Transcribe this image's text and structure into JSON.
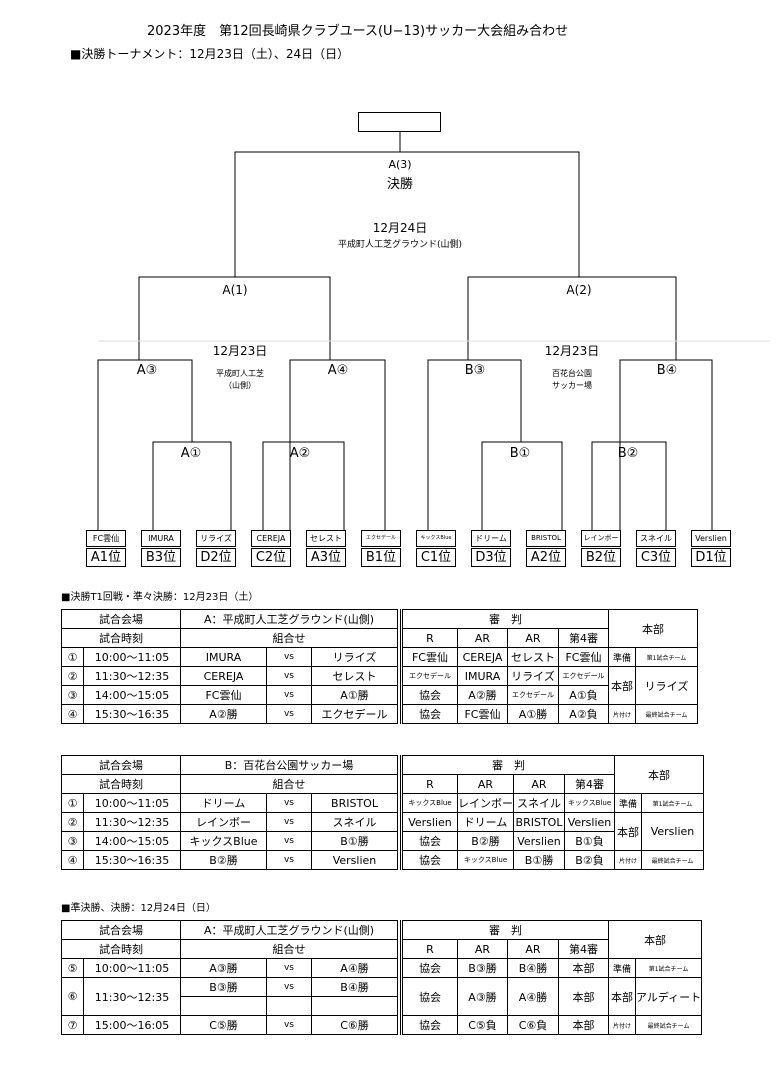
{
  "title": "2023年度　第12回長崎県クラブユース(U−13)サッカー大会組み合わせ",
  "subtitle": "■決勝トーナメント：12月23日（土）、24日（日）",
  "bracket": {
    "final": {
      "code": "A(3)",
      "label": "決勝",
      "date": "12月24日",
      "venue": "平成町人工芝グラウンド(山側)"
    },
    "semi_left": "A(1)",
    "semi_right": "A(2)",
    "date_left": "12月23日",
    "date_right": "12月23日",
    "venue_left_1": "平成町人工芝",
    "venue_left_2": "（山側）",
    "venue_right_1": "百花台公園",
    "venue_right_2": "サッカー場",
    "qf": [
      "A③",
      "A④",
      "B③",
      "B④"
    ],
    "r1": [
      "A①",
      "A②",
      "B①",
      "B②"
    ],
    "teams": [
      {
        "name": "FC雲仙",
        "seed": "A1位"
      },
      {
        "name": "IMURA",
        "seed": "B3位"
      },
      {
        "name": "リライズ",
        "seed": "D2位"
      },
      {
        "name": "CEREJA",
        "seed": "C2位"
      },
      {
        "name": "セレスト",
        "seed": "A3位"
      },
      {
        "name": "エクセデール",
        "seed": "B1位"
      },
      {
        "name": "キックスBlue",
        "seed": "C1位"
      },
      {
        "name": "ドリーム",
        "seed": "D3位"
      },
      {
        "name": "BRISTOL",
        "seed": "A2位"
      },
      {
        "name": "レインボー",
        "seed": "B2位"
      },
      {
        "name": "スネイル",
        "seed": "C3位"
      },
      {
        "name": "Verslien",
        "seed": "D1位"
      }
    ]
  },
  "section1_title": "■決勝T1回戦・準々決勝：12月23日（土）",
  "section2_title": "■準決勝、決勝：12月24日（日）",
  "hdr": {
    "venue": "試合会場",
    "time": "試合時刻",
    "matchup": "組合せ",
    "referee": "審　判",
    "R": "R",
    "AR": "AR",
    "fourth": "第4審",
    "hq": "本部"
  },
  "tableA": {
    "venue": "A：平成町人工芝グラウンド(山側)",
    "rows": [
      {
        "no": "①",
        "time": "10:00〜11:05",
        "home": "IMURA",
        "vs": "vs",
        "away": "リライズ",
        "r": "FC雲仙",
        "ar1": "CEREJA",
        "ar2": "セレスト",
        "fourth": "FC雲仙",
        "hq1": "準備",
        "hq2": "第1試合チーム"
      },
      {
        "no": "②",
        "time": "11:30〜12:35",
        "home": "CEREJA",
        "vs": "vs",
        "away": "セレスト",
        "r": "エクセデール",
        "ar1": "IMURA",
        "ar2": "リライズ",
        "fourth": "エクセデール"
      },
      {
        "no": "③",
        "time": "14:00〜15:05",
        "home": "FC雲仙",
        "vs": "vs",
        "away": "A①勝",
        "r": "協会",
        "ar1": "A②勝",
        "ar2": "エクセデール",
        "fourth": "A①負"
      },
      {
        "no": "④",
        "time": "15:30〜16:35",
        "home": "A②勝",
        "vs": "vs",
        "away": "エクセデール",
        "r": "協会",
        "ar1": "FC雲仙",
        "ar2": "A①勝",
        "fourth": "A②負",
        "hq1": "片付け",
        "hq2": "最終試合チーム"
      }
    ],
    "hq_mid1": "本部",
    "hq_mid2": "リライズ"
  },
  "tableB": {
    "venue": "B：百花台公園サッカー場",
    "rows": [
      {
        "no": "①",
        "time": "10:00〜11:05",
        "home": "ドリーム",
        "vs": "vs",
        "away": "BRISTOL",
        "r": "キックスBlue",
        "ar1": "レインボー",
        "ar2": "スネイル",
        "fourth": "キックスBlue",
        "hq1": "準備",
        "hq2": "第1試合チーム"
      },
      {
        "no": "②",
        "time": "11:30〜12:35",
        "home": "レインボー",
        "vs": "vs",
        "away": "スネイル",
        "r": "Verslien",
        "ar1": "ドリーム",
        "ar2": "BRISTOL",
        "fourth": "Verslien"
      },
      {
        "no": "③",
        "time": "14:00〜15:05",
        "home": "キックスBlue",
        "vs": "vs",
        "away": "B①勝",
        "r": "協会",
        "ar1": "B②勝",
        "ar2": "Verslien",
        "fourth": "B①負"
      },
      {
        "no": "④",
        "time": "15:30〜16:35",
        "home": "B②勝",
        "vs": "vs",
        "away": "Verslien",
        "r": "協会",
        "ar1": "キックスBlue",
        "ar2": "B①勝",
        "fourth": "B②負",
        "hq1": "片付け",
        "hq2": "最終試合チーム"
      }
    ],
    "hq_mid1": "本部",
    "hq_mid2": "Verslien"
  },
  "tableC": {
    "venue": "A：平成町人工芝グラウンド(山側)",
    "rows": [
      {
        "no": "⑤",
        "time": "10:00〜11:05",
        "home": "A③勝",
        "vs": "vs",
        "away": "A④勝",
        "r": "協会",
        "ar1": "B③勝",
        "ar2": "B④勝",
        "fourth": "本部",
        "hq1": "準備",
        "hq2": "第1試合チーム"
      },
      {
        "no": "⑥",
        "time": "11:30〜12:35",
        "home": "B③勝",
        "vs": "vs",
        "away": "B④勝",
        "r": "協会",
        "ar1": "A③勝",
        "ar2": "A④勝",
        "fourth": "本部"
      },
      {
        "no": "⑦",
        "time": "15:00〜16:05",
        "home": "C⑤勝",
        "vs": "vs",
        "away": "C⑥勝",
        "r": "協会",
        "ar1": "C⑤負",
        "ar2": "C⑥負",
        "fourth": "本部",
        "hq1": "片付け",
        "hq2": "最終試合チーム"
      }
    ],
    "hq_mid1": "本部",
    "hq_mid2": "アルディート"
  }
}
